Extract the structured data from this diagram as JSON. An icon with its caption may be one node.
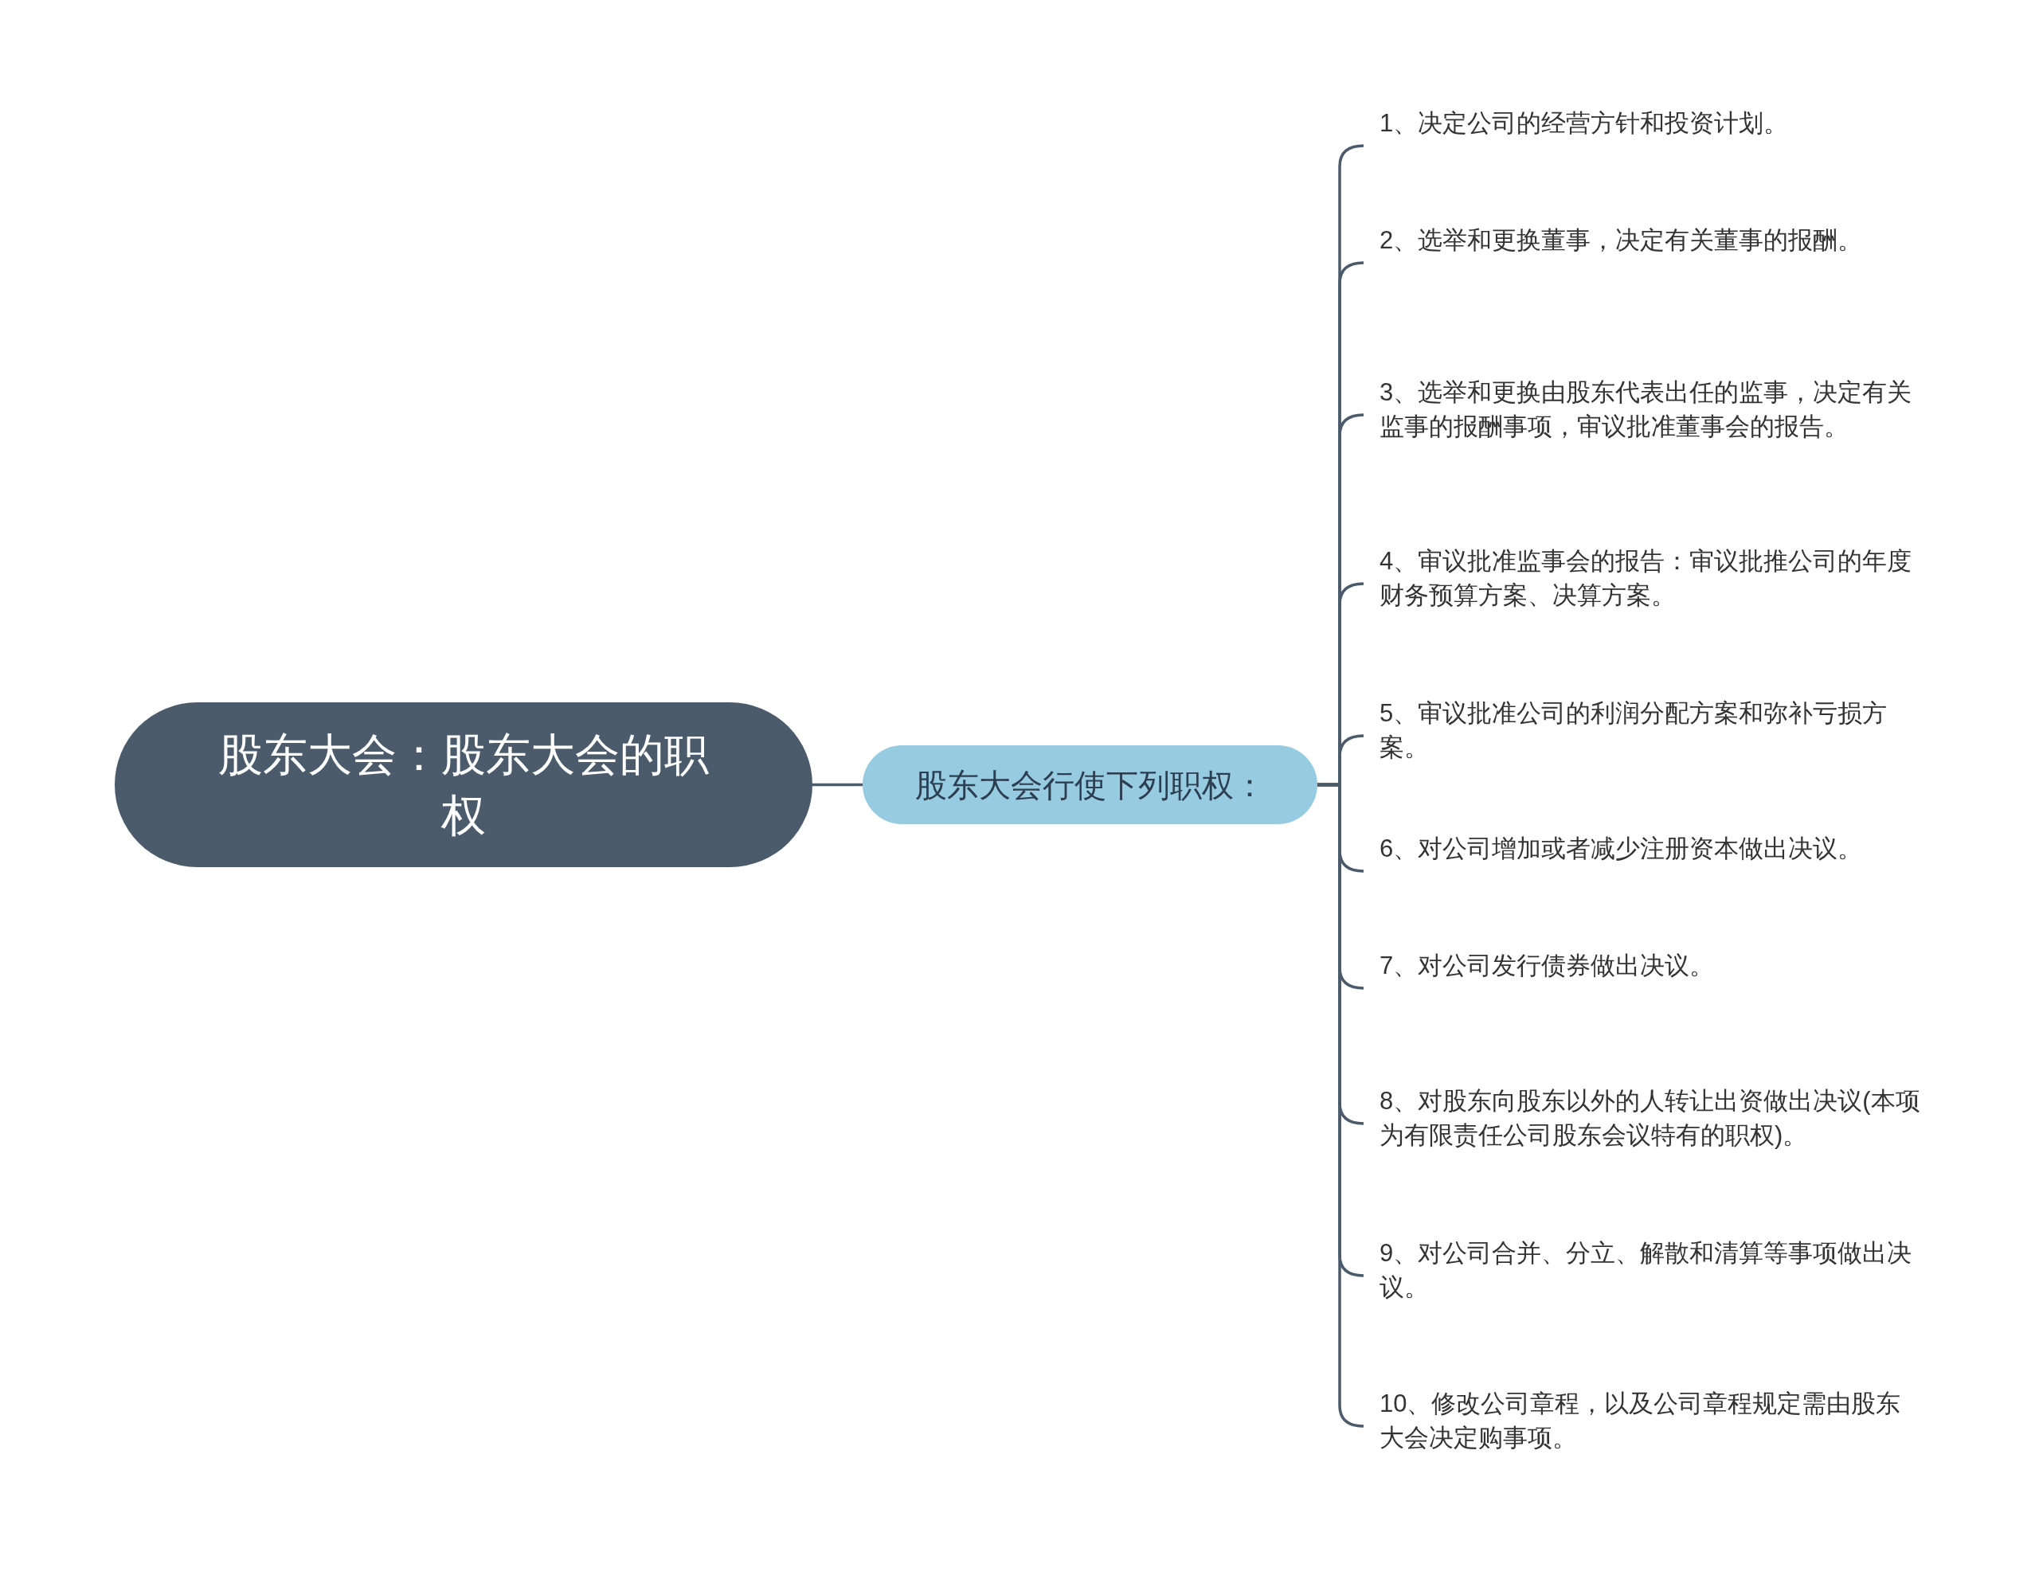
{
  "diagram": {
    "nodes": [
      {
        "text": [
          "股东大会：股东大会的职权"
        ]
      },
      {
        "text": [
          "股东大会行使下列职权："
        ]
      },
      {
        "text": [
          "1、决定公司的经营方针和投资计划。"
        ]
      },
      {
        "text": [
          "2、选举和更换董事，决定有关董事的报酬。"
        ]
      },
      {
        "text": [
          "3、选举和更换由股东代表出任的监事，决定有关监事的报酬事项，审议批准董事会的报告。"
        ]
      },
      {
        "text": [
          "4、审议批准监事会的报告：审议批推公司的年度财务预算方案、决算方案。"
        ]
      },
      {
        "text": [
          "5、审议批准公司的利润分配方案和弥补亏损方案。"
        ]
      },
      {
        "text": [
          "6、对公司增加或者减少注册资本做出决议。"
        ]
      },
      {
        "text": [
          "7、对公司发行债券做出决议。"
        ]
      },
      {
        "text": [
          "8、对股东向股东以外的人转让出资做出决议(本项为有限责任公司股东会议特有的职权)。"
        ]
      },
      {
        "text": [
          "9、对公司合并、分立、解散和清算等事项做出决议。"
        ]
      },
      {
        "text": [
          "10、修改公司章程，以及公司章程规定需由股东大会决定购事项。"
        ]
      }
    ],
    "edges": [
      {
        "from": 0,
        "to": 1,
        "arrow": "none"
      },
      {
        "from": 1,
        "to": 2,
        "arrow": "none"
      },
      {
        "from": 1,
        "to": 3,
        "arrow": "none"
      },
      {
        "from": 1,
        "to": 4,
        "arrow": "none"
      },
      {
        "from": 1,
        "to": 5,
        "arrow": "none"
      },
      {
        "from": 1,
        "to": 6,
        "arrow": "none"
      },
      {
        "from": 1,
        "to": 7,
        "arrow": "none"
      },
      {
        "from": 1,
        "to": 8,
        "arrow": "none"
      },
      {
        "from": 1,
        "to": 9,
        "arrow": "none"
      },
      {
        "from": 1,
        "to": 10,
        "arrow": "none"
      },
      {
        "from": 1,
        "to": 11,
        "arrow": "none"
      }
    ]
  }
}
